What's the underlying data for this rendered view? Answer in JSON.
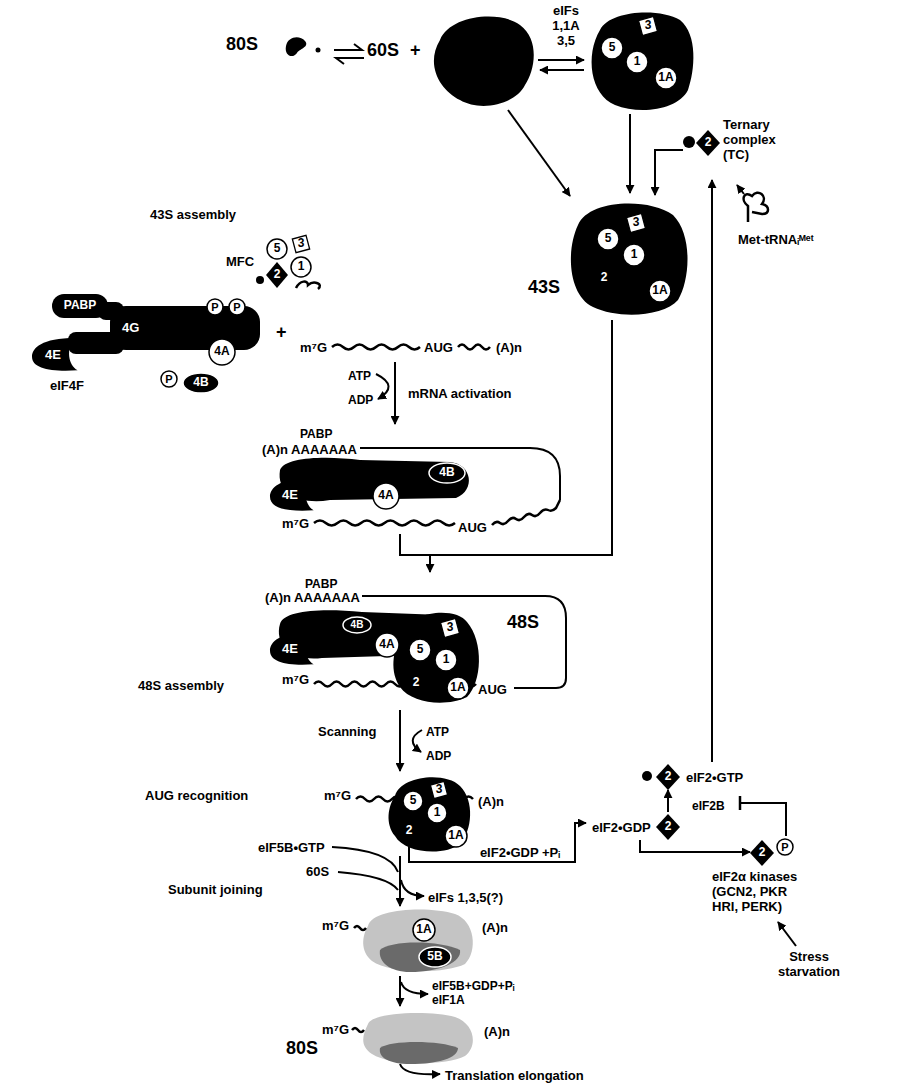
{
  "diagram": {
    "nodes": [
      {
        "text": [
          "80S"
        ]
      },
      {
        "text": [
          "5"
        ]
      },
      {
        "text": [
          "3"
        ]
      },
      {
        "text": [
          "1"
        ]
      },
      {
        "text": [
          "1A"
        ]
      },
      {
        "text": [
          "Ternary complex (TC)"
        ]
      },
      {
        "text": [
          "2"
        ],
        "in": 5
      },
      {
        "text": [
          "MFC"
        ]
      },
      {
        "text": [
          "5"
        ],
        "in": 7
      },
      {
        "text": [
          "3"
        ],
        "in": 7
      },
      {
        "text": [
          "1"
        ],
        "in": 7
      },
      {
        "text": [
          "2"
        ],
        "in": 7
      },
      {
        "text": [
          "43S"
        ]
      },
      {
        "text": [
          "5"
        ],
        "in": 12
      },
      {
        "text": [
          "3"
        ],
        "in": 12
      },
      {
        "text": [
          "1"
        ],
        "in": 12
      },
      {
        "text": [
          "2"
        ],
        "in": 12
      },
      {
        "text": [
          "1A"
        ],
        "in": 12
      },
      {
        "text": [
          "eIF4F"
        ]
      },
      {
        "text": [
          "PABP"
        ],
        "in": 18
      },
      {
        "text": [
          "4G"
        ],
        "in": 18
      },
      {
        "text": [
          "P"
        ],
        "in": 20
      },
      {
        "text": [
          "P"
        ],
        "in": 20
      },
      {
        "text": [
          "4E"
        ],
        "in": 18
      },
      {
        "text": [
          "4A"
        ],
        "in": 18
      },
      {
        "text": [
          "P"
        ]
      },
      {
        "text": [
          "4B"
        ]
      },
      {
        "text": [
          "4E"
        ]
      },
      {
        "text": [
          "4B"
        ]
      },
      {
        "text": [
          "4A"
        ]
      },
      {
        "text": [
          "48S"
        ]
      },
      {
        "text": [
          "4E"
        ],
        "in": 30
      },
      {
        "text": [
          "4A"
        ],
        "in": 30
      },
      {
        "text": [
          "4B"
        ],
        "in": 30
      },
      {
        "text": [
          "5"
        ],
        "in": 30
      },
      {
        "text": [
          "3"
        ],
        "in": 30
      },
      {
        "text": [
          "1"
        ],
        "in": 30
      },
      {
        "text": [
          "2"
        ],
        "in": 30
      },
      {
        "text": [
          "1A"
        ],
        "in": 30
      },
      {
        "text": [
          "5"
        ]
      },
      {
        "text": [
          "3"
        ]
      },
      {
        "text": [
          "1"
        ]
      },
      {
        "text": [
          "2"
        ]
      },
      {
        "text": [
          "1A"
        ]
      },
      {
        "text": [
          "1A"
        ]
      },
      {
        "text": [
          "5B"
        ]
      },
      {
        "text": [
          "80S"
        ]
      },
      {
        "text": [
          "eIF2•GTP"
        ]
      },
      {
        "text": [
          "2"
        ],
        "in": 47
      },
      {
        "text": [
          "eIF2•GDP"
        ]
      },
      {
        "text": [
          "2"
        ],
        "in": 49
      },
      {
        "text": [
          "2"
        ]
      },
      {
        "text": [
          "P"
        ]
      }
    ],
    "edges": [
      {
        "from": 5,
        "to": 12,
        "arrow": "to"
      },
      {
        "from": 12,
        "to": 30,
        "arrow": "to"
      },
      {
        "from": 42,
        "to": 49,
        "label": "eIF2•GDP +Pᵢ",
        "arrow": "to"
      },
      {
        "from": 49,
        "to": 47,
        "arrow": "to"
      },
      {
        "from": 47,
        "to": 5,
        "arrow": "to"
      },
      {
        "from": 49,
        "to": 51,
        "arrow": "to"
      }
    ],
    "labels": [
      "eIFs 1,1A 3,5",
      "60S",
      "+",
      "Met-tRNAᵢᴹᵉᵗ",
      "43S assembly",
      "+",
      "m⁷G",
      "AUG",
      "(A)n",
      "ATP",
      "ADP",
      "mRNA activation",
      "PABP",
      "(A)n AAAAAAA",
      "m⁷G",
      "AUG",
      "PABP",
      "(A)n AAAAAAA",
      "m⁷G",
      "AUG",
      "48S assembly",
      "Scanning",
      "ATP",
      "ADP",
      "AUG recognition",
      "m⁷G",
      "(A)n",
      "eIF5B•GTP",
      "60S",
      "Subunit joining",
      "eIFs 1,3,5(?)",
      "m⁷G",
      "(A)n",
      "eIF5B+GDP+Pᵢ",
      "eIF1A",
      "m⁷G",
      "(A)n",
      "Translation elongation",
      "eIF2B",
      "eIF2α kinases (GCN2, PKR HRI, PERK)",
      "Stress starvation"
    ]
  }
}
